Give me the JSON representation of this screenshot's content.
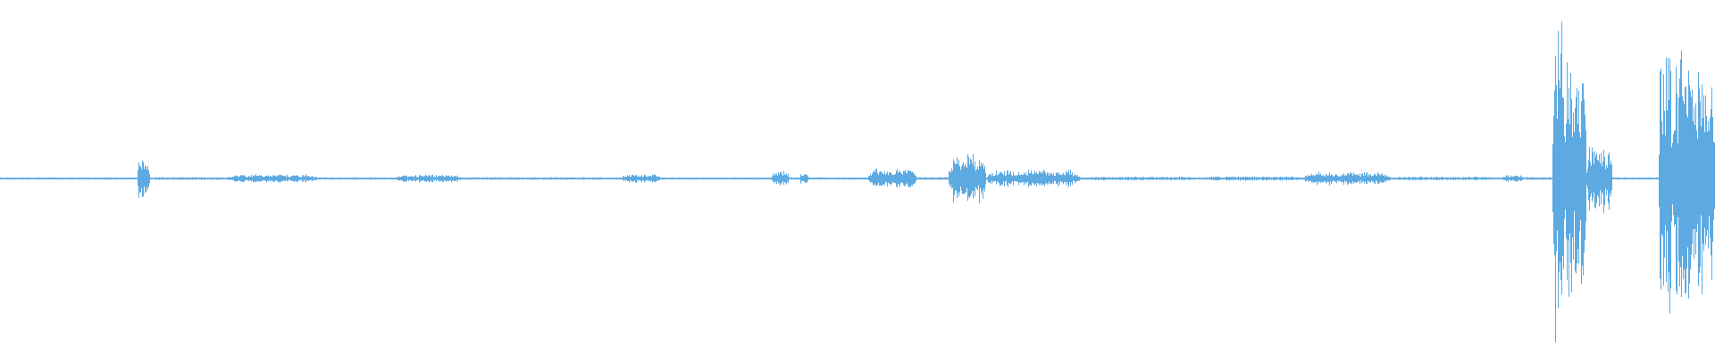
{
  "waveform": {
    "color": "#5DA9E1",
    "baseline_color": "#5DA9E1",
    "segments": [
      {
        "start": 0.0,
        "end": 0.08,
        "amp": 0.004
      },
      {
        "start": 0.08,
        "end": 0.087,
        "amp": 0.13
      },
      {
        "start": 0.087,
        "end": 0.132,
        "amp": 0.008
      },
      {
        "start": 0.132,
        "end": 0.185,
        "amp": 0.022
      },
      {
        "start": 0.185,
        "end": 0.23,
        "amp": 0.006
      },
      {
        "start": 0.23,
        "end": 0.27,
        "amp": 0.02
      },
      {
        "start": 0.27,
        "end": 0.362,
        "amp": 0.007
      },
      {
        "start": 0.362,
        "end": 0.385,
        "amp": 0.024
      },
      {
        "start": 0.385,
        "end": 0.45,
        "amp": 0.005
      },
      {
        "start": 0.45,
        "end": 0.46,
        "amp": 0.04
      },
      {
        "start": 0.46,
        "end": 0.466,
        "amp": 0.006
      },
      {
        "start": 0.466,
        "end": 0.471,
        "amp": 0.03
      },
      {
        "start": 0.471,
        "end": 0.506,
        "amp": 0.006
      },
      {
        "start": 0.506,
        "end": 0.534,
        "amp": 0.05
      },
      {
        "start": 0.534,
        "end": 0.553,
        "amp": 0.008
      },
      {
        "start": 0.553,
        "end": 0.575,
        "amp": 0.13
      },
      {
        "start": 0.575,
        "end": 0.63,
        "amp": 0.045
      },
      {
        "start": 0.63,
        "end": 0.7,
        "amp": 0.01
      },
      {
        "start": 0.7,
        "end": 0.76,
        "amp": 0.012
      },
      {
        "start": 0.76,
        "end": 0.81,
        "amp": 0.035
      },
      {
        "start": 0.81,
        "end": 0.875,
        "amp": 0.01
      },
      {
        "start": 0.875,
        "end": 0.888,
        "amp": 0.018
      },
      {
        "start": 0.888,
        "end": 0.905,
        "amp": 0.008
      },
      {
        "start": 0.905,
        "end": 0.912,
        "amp": 0.95
      },
      {
        "start": 0.912,
        "end": 0.925,
        "amp": 0.62
      },
      {
        "start": 0.925,
        "end": 0.94,
        "amp": 0.18
      },
      {
        "start": 0.94,
        "end": 0.967,
        "amp": 0.006
      },
      {
        "start": 0.967,
        "end": 0.975,
        "amp": 0.8
      },
      {
        "start": 0.975,
        "end": 1.0,
        "amp": 0.69
      }
    ]
  }
}
